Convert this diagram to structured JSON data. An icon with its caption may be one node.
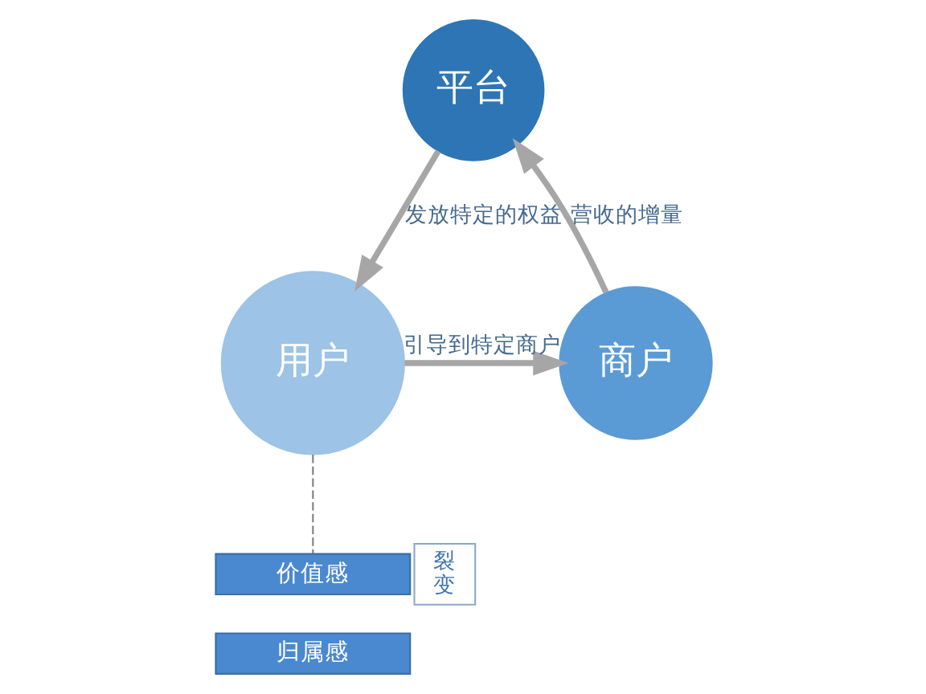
{
  "diagram": {
    "nodes": [
      {
        "text": [
          "平台"
        ]
      },
      {
        "text": [
          "商户"
        ]
      },
      {
        "text": [
          "用户"
        ]
      },
      {
        "text": [
          "价值感"
        ]
      },
      {
        "text": [
          "归属感"
        ]
      },
      {
        "text": [
          "裂变"
        ]
      }
    ],
    "edges": [
      {
        "from": 0,
        "to": 2,
        "arrow": "to",
        "label": "发放特定的权益"
      },
      {
        "from": 2,
        "to": 1,
        "arrow": "to",
        "label": "引导到特定商户"
      },
      {
        "from": 1,
        "to": 0,
        "arrow": "to",
        "label": "营收的增量"
      },
      {
        "from": 2,
        "to": 3,
        "arrow": "none",
        "style": "dashed"
      }
    ]
  }
}
